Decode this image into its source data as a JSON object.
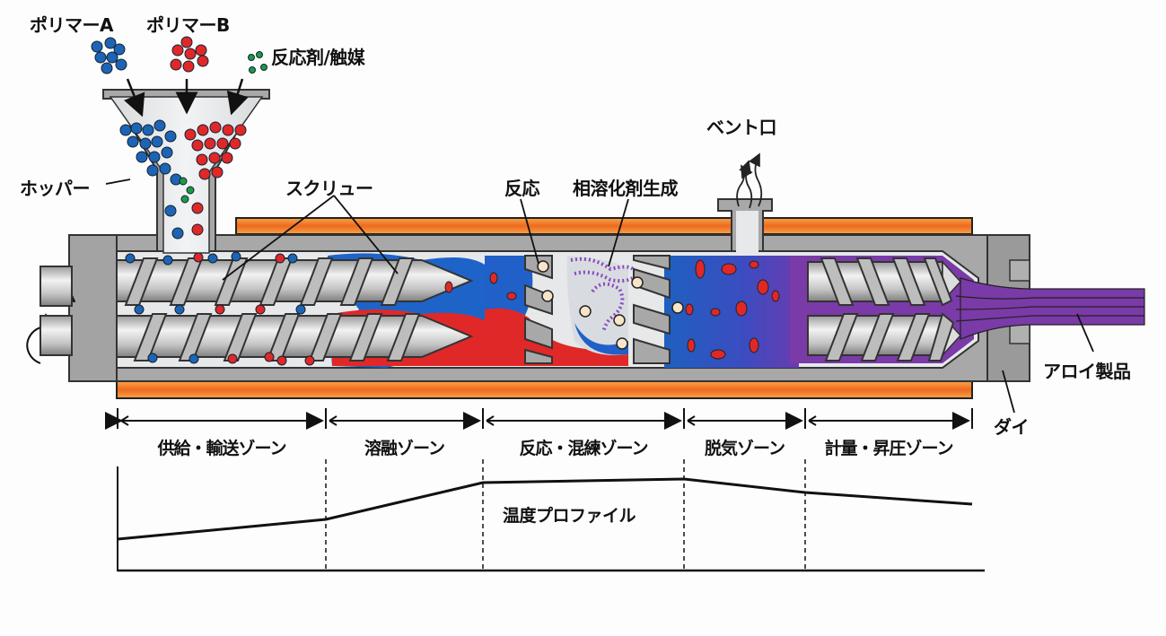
{
  "feeds": {
    "polymer_a": "ポリマーA",
    "polymer_b": "ポリマーB",
    "reactant": "反応剤/触媒"
  },
  "labels": {
    "hopper": "ホッパー",
    "screw": "スクリュー",
    "reaction": "反応",
    "compatibilizer": "相溶化剤生成",
    "vent": "ベント口",
    "alloy": "アロイ製品",
    "die": "ダイ"
  },
  "zones": [
    {
      "label": "供給・輸送ゾーン"
    },
    {
      "label": "溶融ゾーン"
    },
    {
      "label": "反応・混練ゾーン"
    },
    {
      "label": "脱気ゾーン"
    },
    {
      "label": "計量・昇圧ゾーン"
    }
  ],
  "temperature": {
    "title": "温度プロファイル"
  },
  "colors": {
    "polymer_a": "#1e64b4",
    "polymer_b": "#e0282a",
    "reactant": "#1e9a46",
    "heater": "#f07828",
    "barrel": "#a8a8a8",
    "alloy": "#7a3aa8",
    "blend": "#5050c0"
  },
  "chart_data": {
    "type": "line",
    "title": "温度プロファイル",
    "categories": [
      "供給・輸送ゾーン",
      "溶融ゾーン",
      "反応・混練ゾーン",
      "脱気ゾーン",
      "計量・昇圧ゾーン"
    ],
    "x": [
      0,
      230,
      405,
      630,
      766,
      952
    ],
    "values": [
      30,
      44,
      72,
      75,
      66,
      58
    ],
    "xlabel": "",
    "ylabel": "",
    "ylim": [
      0,
      100
    ]
  }
}
